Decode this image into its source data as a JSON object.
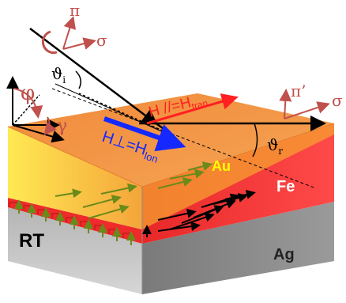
{
  "labels": {
    "pi_in": "π",
    "sigma_in": "σ",
    "pi_out": "π’",
    "sigma_out": "σ",
    "theta_i_main": "ϑ",
    "theta_i_sub": "i",
    "theta_r_main": "ϑ",
    "theta_r_sub": "r",
    "phi": "φ",
    "gamma": "γ",
    "h_parallel_main": "H //=H",
    "h_parallel_sub": "tran",
    "h_perp_main": "H⊥=H",
    "h_perp_sub": "lon",
    "au": "Au",
    "fe": "Fe",
    "rt": "RT",
    "ag": "Ag"
  },
  "colors": {
    "au_top": "#f5a04a",
    "au_side": "#f7b030",
    "fe_red": "#f03030",
    "ag_gray": "#8a8a8a",
    "pol_axes": "#c0504d",
    "h_parallel": "#ff2020",
    "h_perp": "#1428ff",
    "au_label": "#ffff00"
  }
}
